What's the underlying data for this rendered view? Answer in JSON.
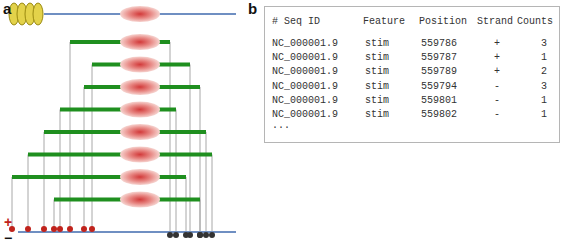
{
  "diagram": {
    "nodes": [
      {
        "text": [
          "# Seq ID",
          "Feature",
          "Position",
          "Strand",
          "Counts",
          "NC_000001.9",
          "stim",
          "559786",
          "+",
          "3",
          "NC_000001.9",
          "stim",
          "559787",
          "+",
          "1",
          "NC_000001.9",
          "stim",
          "559789",
          "+",
          "2",
          "NC_000001.9",
          "stim",
          "559794",
          "-",
          "3",
          "NC_000001.9",
          "stim",
          "559801",
          "-",
          "1",
          "NC_000001.9",
          "stim",
          "559802",
          "-",
          "1",
          "..."
        ]
      }
    ],
    "labels": [
      "a",
      "b",
      "+",
      "−"
    ]
  }
}
